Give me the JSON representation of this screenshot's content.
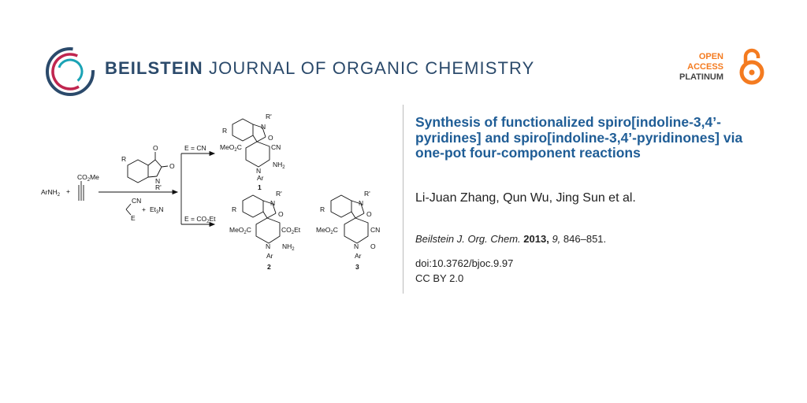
{
  "header": {
    "journal_bold": "BEILSTEIN",
    "journal_rest": "JOURNAL OF ORGANIC CHEMISTRY",
    "open_access_line1": "OPEN",
    "open_access_line2": "ACCESS",
    "open_access_line3": "PLATINUM",
    "logo_icon": "beilstein-circles-icon",
    "lock_icon": "open-lock-icon",
    "colors": {
      "navy": "#2b4a6b",
      "accent_orange": "#f47b20",
      "title_blue": "#1f5d96",
      "crimson": "#c0264f"
    }
  },
  "article": {
    "title": "Synthesis of functionalized spiro[indoline-3,4’-pyridines] and spiro[indoline-3,4’-pyridinones] via one-pot four-component reactions",
    "authors": "Li-Juan Zhang, Qun Wu, Jing Sun et al.",
    "journal_abbrev": "Beilstein J. Org. Chem.",
    "year": "2013,",
    "volume": "9,",
    "pages": "846–851.",
    "doi": "doi:10.3762/bjoc.9.97",
    "license": "CC BY 2.0"
  },
  "scheme": {
    "arnh2": "ArNH",
    "arnh2_sub": "2",
    "plus": "+",
    "co2me": "CO",
    "co2me_tail": "Me",
    "isatin_R": "R",
    "isatin_O1": "O",
    "isatin_O2": "O",
    "isatin_N": "N",
    "isatin_R2": "R'",
    "cn_reagent": "CN",
    "e_reagent": "E",
    "et3n": "Et",
    "et3n_tail": "N",
    "cond_top": "E = CN",
    "cond_bottom": "E = CO",
    "cond_bottom_tail": "Et",
    "p1_R2": "R'",
    "p1_N": "N",
    "p1_R": "R",
    "p1_O": "O",
    "p1_meo2c": "MeO",
    "p1_meo2c_tail": "C",
    "p1_CN": "CN",
    "p1_NH2": "NH",
    "p1_N2": "N",
    "p1_Ar": "Ar",
    "p1_label": "1",
    "p2_R2": "R'",
    "p2_N": "N",
    "p2_R": "R",
    "p2_O": "O",
    "p2_meo2c": "MeO",
    "p2_meo2c_tail": "C",
    "p2_co2et": "CO",
    "p2_co2et_tail": "Et",
    "p2_N2": "N",
    "p2_NH2": "NH",
    "p2_Ar": "Ar",
    "p2_label": "2",
    "p3_R2": "R'",
    "p3_N": "N",
    "p3_R": "R",
    "p3_O": "O",
    "p3_meo2c": "MeO",
    "p3_meo2c_tail": "C",
    "p3_CN": "CN",
    "p3_O2": "O",
    "p3_N2": "N",
    "p3_Ar": "Ar",
    "p3_label": "3",
    "sub2": "2",
    "sub3": "3"
  }
}
